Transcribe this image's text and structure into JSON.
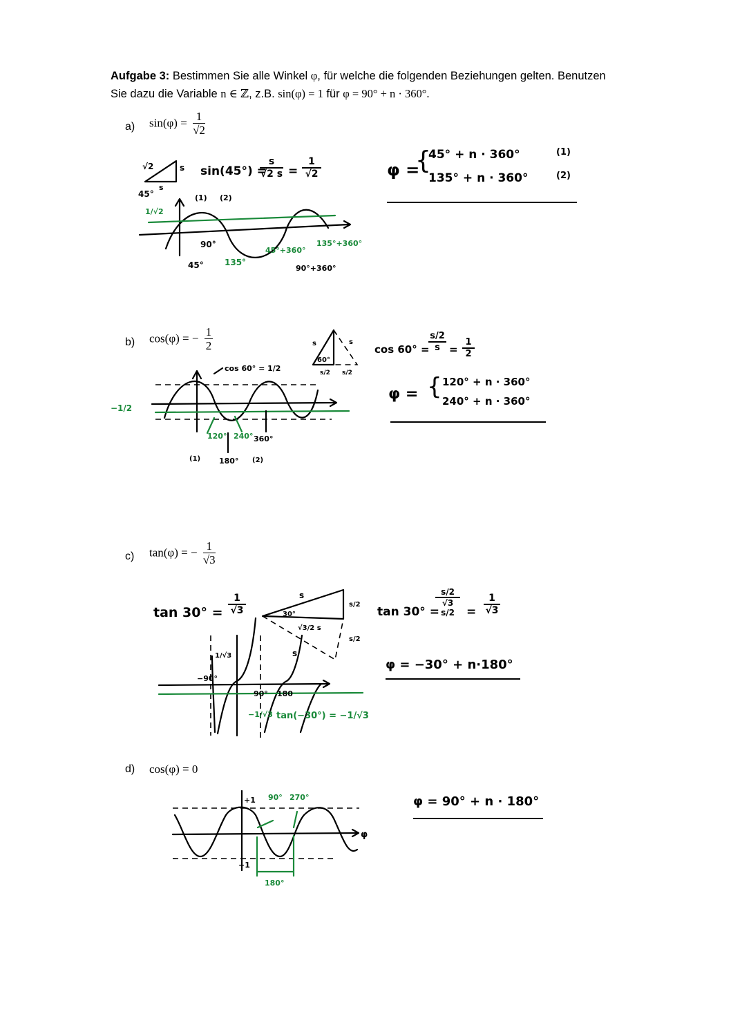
{
  "task": {
    "label": "Aufgabe 3:",
    "text_1": "Bestimmen Sie alle Winkel ",
    "phi": "φ",
    "text_2": ", für welche die folgenden Beziehungen gelten. Benutzen",
    "text_3": "Sie dazu die Variable ",
    "var_def": "n ∈ ℤ",
    "text_4": ", z.B. ",
    "example": "sin(φ) = 1",
    "text_5": " für ",
    "example_sol": "φ = 90° + n · 360°."
  },
  "parts": {
    "a": {
      "label": "a)",
      "lhs": "sin(φ) =",
      "num": "1",
      "den": "√2",
      "work": {
        "tri_hyp": "√2",
        "tri_side": "s",
        "tri_base": "s",
        "tri_angle": "45°",
        "eq_lhs": "sin(45°) =",
        "eq_num1": "s",
        "eq_den1": "√2 s",
        "eq_eq": "=",
        "eq_num2": "1",
        "eq_den2": "√2",
        "mark_1": "(1)",
        "mark_2": "(2)",
        "green_level": "1/√2",
        "tick_90": "90°",
        "tick_45": "45°",
        "tick_135": "135°",
        "tick_45_360": "45°+360°",
        "tick_135_360": "135°+360°",
        "tick_90_360": "90°+360°"
      },
      "answer": {
        "phi": "φ =",
        "line_1": "45° + n · 360°",
        "line_2": "135° + n · 360°",
        "tag_1": "(1)",
        "tag_2": "(2)"
      }
    },
    "b": {
      "label": "b)",
      "lhs": "cos(φ) = −",
      "num": "1",
      "den": "2",
      "work": {
        "cos60_note": "cos 60° = 1/2",
        "green_level": "−1/2",
        "tick_120": "120°",
        "tick_240": "240°",
        "tick_360": "360°",
        "tick_180": "180°",
        "mark_1": "(1)",
        "mark_2": "(2)",
        "tri_s1": "s",
        "tri_s2": "s",
        "tri_angle": "60°",
        "tri_half1": "s/2",
        "tri_half2": "s/2",
        "eq_lhs": "cos 60° =",
        "eq_num1": "s/2",
        "eq_den1": "s",
        "eq_eq": "=",
        "eq_num2": "1",
        "eq_den2": "2"
      },
      "answer": {
        "phi": "φ =",
        "line_1": "120° + n · 360°",
        "line_2": "240° + n · 360°"
      }
    },
    "c": {
      "label": "c)",
      "lhs": "tan(φ) = −",
      "num": "1",
      "den": "√3",
      "work": {
        "eq1_lhs": "tan 30° =",
        "eq1_num": "1",
        "eq1_den": "√3",
        "tri_hyp": "s",
        "tri_angle": "30°",
        "tri_side": "s/2",
        "tri_base": "√3/2 s",
        "tri_s_ext": "s/2",
        "tri_s_low": "s",
        "eq2_lhs": "tan 30° =",
        "eq2_num": "s/2",
        "eq2_den": "√3 s/2",
        "eq2_eq": "=",
        "eq2_num2": "1",
        "eq2_den2": "√3",
        "graph_level_top": "1/√3",
        "graph_m90": "−90°",
        "graph_90": "90°",
        "graph_180": "180",
        "green_level": "−1/√3",
        "green_eq": "tan(−30°) = −1/√3"
      },
      "answer": {
        "line": "φ = −30° + n·180°"
      }
    },
    "d": {
      "label": "d)",
      "lhs": "cos(φ) = 0",
      "work": {
        "plus1": "+1",
        "minus1": "−1",
        "tick_90": "90°",
        "tick_270": "270°",
        "span": "180°",
        "axis": "φ"
      },
      "answer": {
        "line": "φ = 90° + n · 180°"
      }
    }
  }
}
